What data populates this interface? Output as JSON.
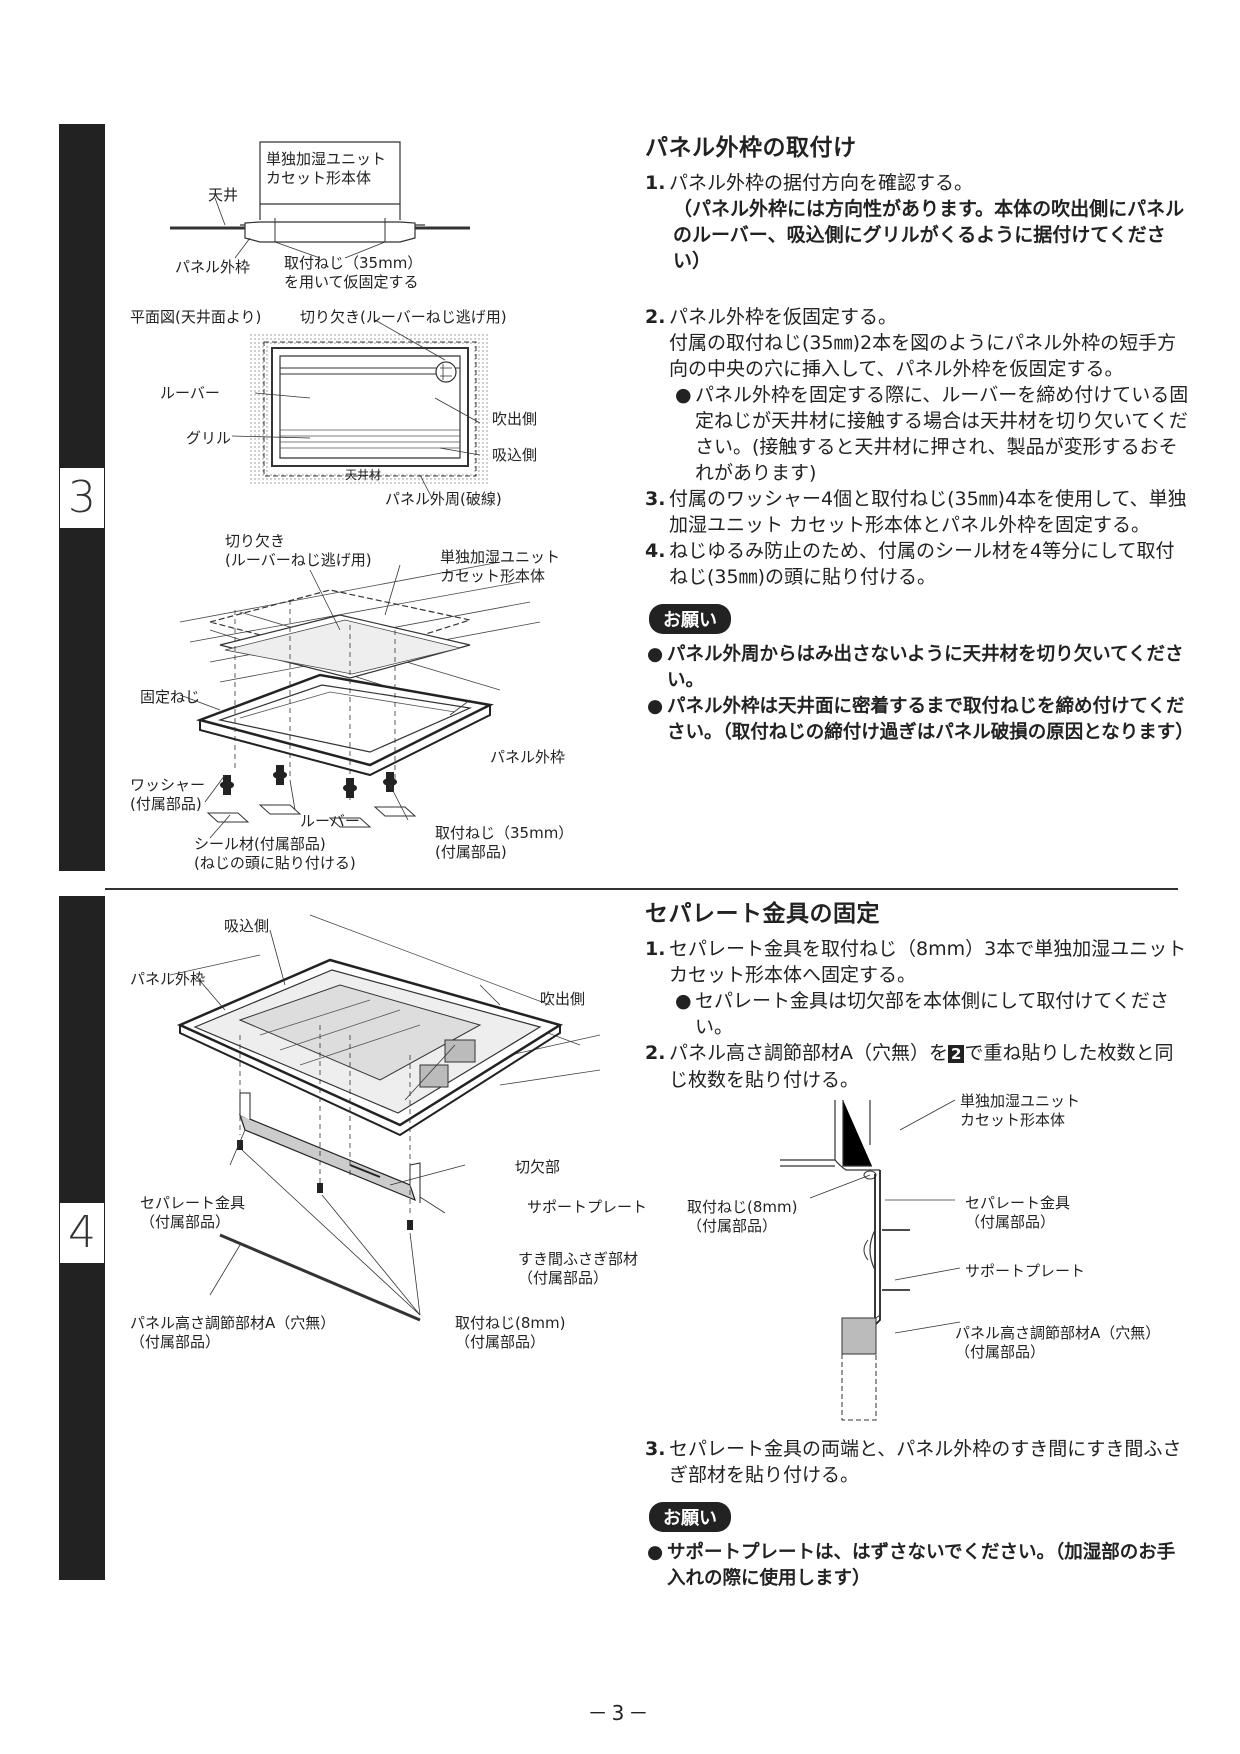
{
  "page_number": "－3－",
  "section3": {
    "tab_number": "3",
    "title": "パネル外枠の取付け",
    "step1_num": "1.",
    "step1": "パネル外枠の据付方向を確認する。",
    "step1_bold": "（パネル外枠には方向性があります。本体の吹出側にパネルのルーバー、吸込側にグリルがくるように据付けてください）",
    "step2_num": "2.",
    "step2": "パネル外枠を仮固定する。",
    "step2_detail": "付属の取付ねじ(35㎜)2本を図のようにパネル外枠の短手方向の中央の穴に挿入して、パネル外枠を仮固定する。",
    "bullet_mark": "●",
    "step2_bullet": "パネル外枠を固定する際に、ルーバーを締め付けている固定ねじが天井材に接触する場合は天井材を切り欠いてください。(接触すると天井材に押され、製品が変形するおそれがあります)",
    "step3_num": "3.",
    "step3": "付属のワッシャー4個と取付ねじ(35㎜)4本を使用して、単独加湿ユニット カセット形本体とパネル外枠を固定する。",
    "step4_num": "4.",
    "step4": "ねじゆるみ防止のため、付属のシール材を4等分にして取付ねじ(35㎜)の頭に貼り付ける。",
    "request_badge": "お願い",
    "notes": [
      "パネル外周からはみ出さないように天井材を切り欠いてください。",
      "パネル外枠は天井面に密着するまで取付ねじを締め付けてください。（取付ねじの締付け過ぎはパネル破損の原因となります）"
    ],
    "fig_top": {
      "unit": "単独加湿ユニット\nカセット形本体",
      "ceiling": "天井",
      "panel_frame": "パネル外枠",
      "screw": "取付ねじ（35mm）\nを用いて仮固定する"
    },
    "fig_plan": {
      "plan_view": "平面図(天井面より)",
      "notch": "切り欠き(ルーバーねじ逃げ用)",
      "louver": "ルーバー",
      "outlet": "吹出側",
      "grill": "グリル",
      "inlet": "吸込側",
      "ceiling_material": "天井材",
      "panel_outline": "パネル外周(破線)"
    },
    "fig_exploded": {
      "notch": "切り欠き\n(ルーバーねじ逃げ用)",
      "unit": "単独加湿ユニット\nカセット形本体",
      "fixing_screw": "固定ねじ",
      "panel_frame": "パネル外枠",
      "washer": "ワッシャー\n(付属部品)",
      "louver": "ルーバー",
      "seal": "シール材(付属部品)\n(ねじの頭に貼り付ける)",
      "screw": "取付ねじ（35mm）\n(付属部品)"
    }
  },
  "section4": {
    "tab_number": "4",
    "title": "セパレート金具の固定",
    "step1_num": "1.",
    "step1": "セパレート金具を取付ねじ（8mm）3本で単独加湿ユニット カセット形本体へ固定する。",
    "bullet_mark": "●",
    "step1_bullet": "セパレート金具は切欠部を本体側にして取付けてください。",
    "step2_num": "2.",
    "step2_pre": "パネル高さ調節部材A（穴無）を",
    "step2_ref": "2",
    "step2_post": "で重ね貼りした枚数と同じ枚数を貼り付ける。",
    "step3_num": "3.",
    "step3": "セパレート金具の両端と、パネル外枠のすき間にすき間ふさぎ部材を貼り付ける。",
    "request_badge": "お願い",
    "notes": [
      "サポートプレートは、はずさないでください。（加湿部のお手入れの際に使用します）"
    ],
    "fig_left": {
      "inlet": "吸込側",
      "panel_frame": "パネル外枠",
      "outlet": "吹出側",
      "notch": "切欠部",
      "bracket": "セパレート金具\n（付属部品）",
      "support_plate": "サポートプレート",
      "gap_filler": "すき間ふさぎ部材\n（付属部品）",
      "adjuster": "パネル高さ調節部材A（穴無）\n（付属部品）",
      "screw": "取付ねじ(8mm)\n（付属部品）"
    },
    "fig_right": {
      "unit": "単独加湿ユニット\nカセット形本体",
      "screw": "取付ねじ(8mm)\n（付属部品）",
      "bracket": "セパレート金具\n（付属部品）",
      "support_plate": "サポートプレート",
      "adjuster": "パネル高さ調節部材A（穴無）\n（付属部品）"
    }
  }
}
